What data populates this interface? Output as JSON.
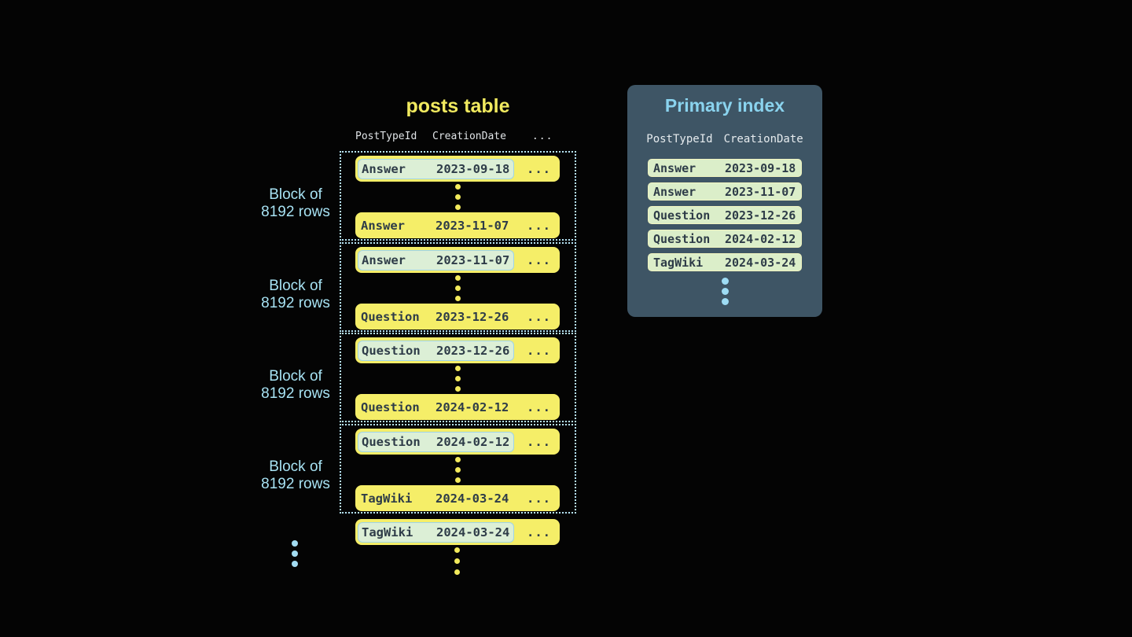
{
  "colors": {
    "background": "#040404",
    "table_row_yellow": "#f5ee68",
    "highlight_pill_green": "#dcefd6",
    "highlight_pill_border_blue": "#9fd4e6",
    "index_row_green": "#dbeec9",
    "index_row_border_yellow": "#f0f3c0",
    "panel_slate": "#3e5565",
    "accent_blue": "#8ad3ee",
    "accent_yellow": "#f1ea5f",
    "label_blue": "#a7e2f3",
    "dark_text": "#2e3c48",
    "dotted_border_blue": "#b7e4f4"
  },
  "posts_table": {
    "title": "posts table",
    "headers": {
      "post_type_id": "PostTypeId",
      "creation_date": "CreationDate",
      "more": "..."
    },
    "block_label": {
      "line1": "Block of",
      "line2": "8192 rows"
    },
    "row_ellipsis": "...",
    "blocks": [
      {
        "first": {
          "post_type": "Answer",
          "creation_date": "2023-09-18"
        },
        "last": {
          "post_type": "Answer",
          "creation_date": "2023-11-07"
        }
      },
      {
        "first": {
          "post_type": "Answer",
          "creation_date": "2023-11-07"
        },
        "last": {
          "post_type": "Question",
          "creation_date": "2023-12-26"
        }
      },
      {
        "first": {
          "post_type": "Question",
          "creation_date": "2023-12-26"
        },
        "last": {
          "post_type": "Question",
          "creation_date": "2024-02-12"
        }
      },
      {
        "first": {
          "post_type": "Question",
          "creation_date": "2024-02-12"
        },
        "last": {
          "post_type": "TagWiki",
          "creation_date": "2024-03-24"
        }
      }
    ],
    "overflow_row": {
      "post_type": "TagWiki",
      "creation_date": "2024-03-24"
    }
  },
  "primary_index": {
    "title": "Primary index",
    "headers": {
      "post_type_id": "PostTypeId",
      "creation_date": "CreationDate"
    },
    "rows": [
      {
        "post_type": "Answer",
        "creation_date": "2023-09-18"
      },
      {
        "post_type": "Answer",
        "creation_date": "2023-11-07"
      },
      {
        "post_type": "Question",
        "creation_date": "2023-12-26"
      },
      {
        "post_type": "Question",
        "creation_date": "2024-02-12"
      },
      {
        "post_type": "TagWiki",
        "creation_date": "2024-03-24"
      }
    ]
  }
}
